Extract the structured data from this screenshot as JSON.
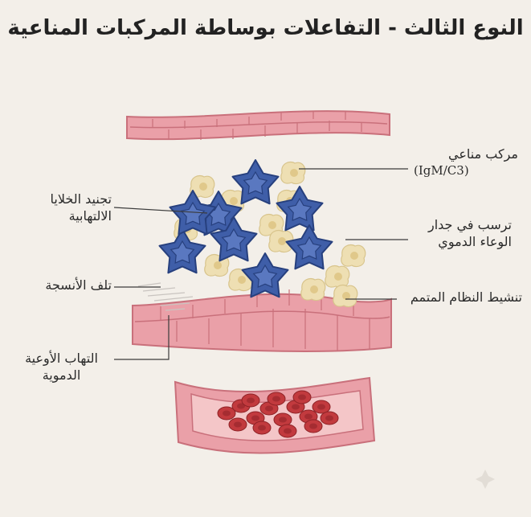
{
  "title": "النوع الثالث - التفاعلات بوساطة المركبات المناعية",
  "labels": {
    "immune_complex": {
      "line1": "مركب مناعي",
      "line2": "(IgM/C3)"
    },
    "recruitment": {
      "line1": "تجنيد الخلايا",
      "line2": "الالتهابية"
    },
    "deposition": {
      "line1": "ترسب في جدار",
      "line2": "الوعاء الدموي"
    },
    "tissue_damage": "تلف الأنسجة",
    "complement": "تنشيط النظام المتمم",
    "vasculitis": {
      "line1": "التهاب الأوعية",
      "line2": "الدموية"
    }
  },
  "colors": {
    "vessel_wall": "#eaa0a8",
    "vessel_wall_dark": "#c9707b",
    "vessel_lumen": "#f4c6c8",
    "antibody": "#3f5ea8",
    "antibody_dark": "#27407e",
    "complement": "#eedfb3",
    "red_cell": "#c23a3e"
  },
  "icons": [
    "immune-complex-star",
    "complement-blob",
    "red-blood-cell"
  ]
}
